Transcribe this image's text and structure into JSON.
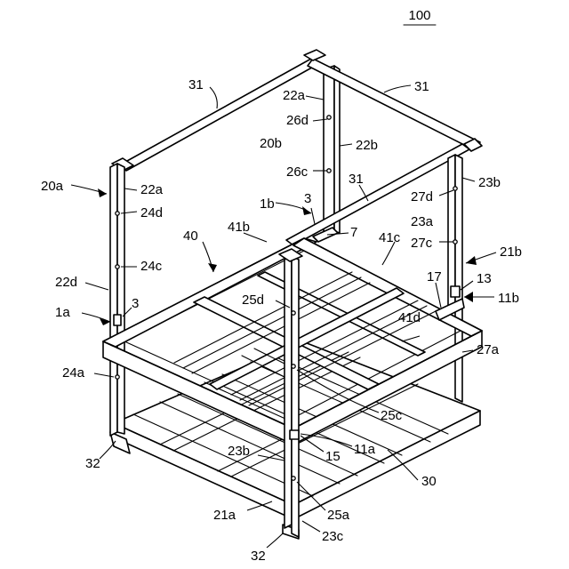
{
  "figure": {
    "number": "100",
    "reference_labels": [
      {
        "id": "ref-31-a",
        "text": "31"
      },
      {
        "id": "ref-31-b",
        "text": "31"
      },
      {
        "id": "ref-31-c",
        "text": "31"
      },
      {
        "id": "ref-22a-top",
        "text": "22a"
      },
      {
        "id": "ref-26d",
        "text": "26d"
      },
      {
        "id": "ref-20b",
        "text": "20b"
      },
      {
        "id": "ref-22b",
        "text": "22b"
      },
      {
        "id": "ref-26c",
        "text": "26c"
      },
      {
        "id": "ref-20a",
        "text": "20a"
      },
      {
        "id": "ref-22a-left",
        "text": "22a"
      },
      {
        "id": "ref-24d",
        "text": "24d"
      },
      {
        "id": "ref-1b",
        "text": "1b"
      },
      {
        "id": "ref-3-top",
        "text": "3"
      },
      {
        "id": "ref-40",
        "text": "40"
      },
      {
        "id": "ref-41b",
        "text": "41b"
      },
      {
        "id": "ref-7",
        "text": "7"
      },
      {
        "id": "ref-41c",
        "text": "41c"
      },
      {
        "id": "ref-23b-right",
        "text": "23b"
      },
      {
        "id": "ref-27d",
        "text": "27d"
      },
      {
        "id": "ref-23a",
        "text": "23a"
      },
      {
        "id": "ref-27c",
        "text": "27c"
      },
      {
        "id": "ref-21b",
        "text": "21b"
      },
      {
        "id": "ref-24c",
        "text": "24c"
      },
      {
        "id": "ref-22d",
        "text": "22d"
      },
      {
        "id": "ref-17",
        "text": "17"
      },
      {
        "id": "ref-13",
        "text": "13"
      },
      {
        "id": "ref-11b",
        "text": "11b"
      },
      {
        "id": "ref-1a",
        "text": "1a"
      },
      {
        "id": "ref-3-left",
        "text": "3"
      },
      {
        "id": "ref-25d",
        "text": "25d"
      },
      {
        "id": "ref-41d",
        "text": "41d"
      },
      {
        "id": "ref-27a",
        "text": "27a"
      },
      {
        "id": "ref-24a",
        "text": "24a"
      },
      {
        "id": "ref-25c",
        "text": "25c"
      },
      {
        "id": "ref-11a",
        "text": "11a"
      },
      {
        "id": "ref-15",
        "text": "15"
      },
      {
        "id": "ref-32-left",
        "text": "32"
      },
      {
        "id": "ref-23b-front",
        "text": "23b"
      },
      {
        "id": "ref-30",
        "text": "30"
      },
      {
        "id": "ref-21a",
        "text": "21a"
      },
      {
        "id": "ref-25a",
        "text": "25a"
      },
      {
        "id": "ref-23c",
        "text": "23c"
      },
      {
        "id": "ref-32-bottom",
        "text": "32"
      }
    ]
  }
}
